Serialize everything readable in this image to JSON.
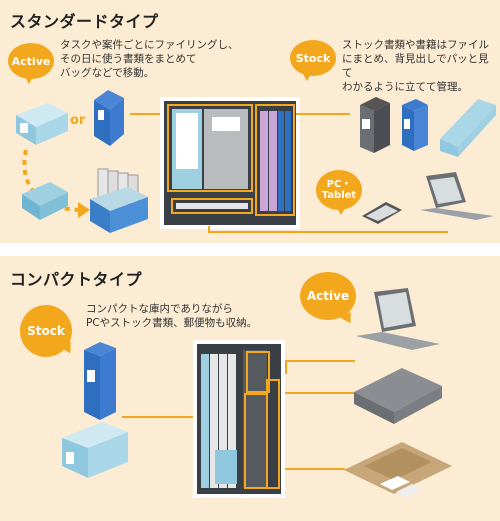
{
  "standard": {
    "title": "スタンダードタイプ",
    "active_label": "Active",
    "active_desc": "タスクや案件ごとにファイリングし、\nその日に使う書類をまとめて\nバッグなどで移動。",
    "stock_label": "Stock",
    "stock_desc": "ストック書類や書籍はファイル\nにまとめ、背見出しでパッと見て\nわかるように立てて管理。",
    "pc_label_line1": "PC・",
    "pc_label_line2": "Tablet",
    "or_text": "or"
  },
  "compact": {
    "title": "コンパクトタイプ",
    "active_label": "Active",
    "stock_label": "Stock",
    "desc": "コンパクトな庫内でありながら\nPCやストック書類、郵便物も収納。"
  },
  "colors": {
    "accent": "#f3a71c",
    "background": "#fcecd3",
    "blue": "#2f6fc0",
    "light_blue": "#8ec7de"
  }
}
